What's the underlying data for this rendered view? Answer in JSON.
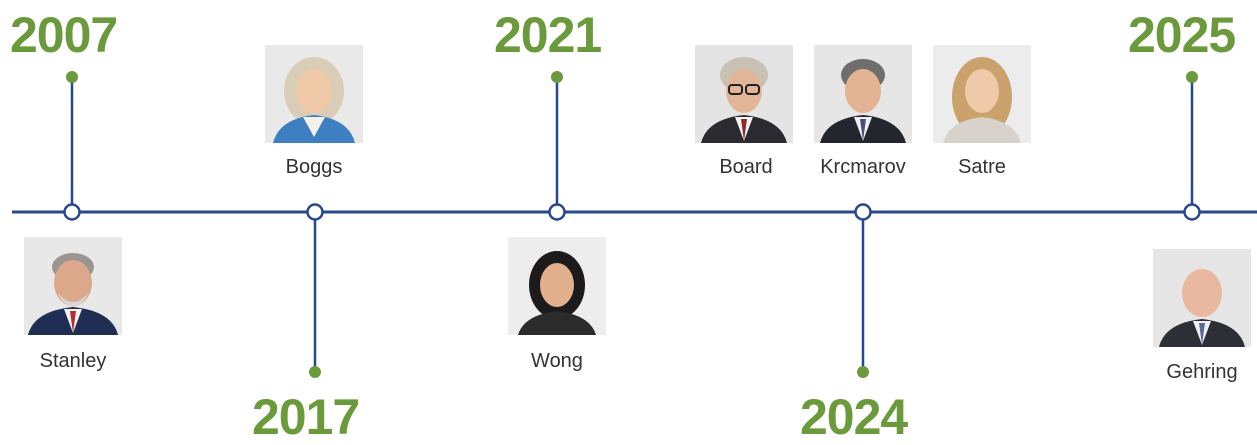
{
  "colors": {
    "line": "#27488c",
    "year": "#6b9a3c",
    "dot": "#6b9a3c",
    "node_fill": "#ffffff"
  },
  "years": {
    "y2007": "2007",
    "y2017": "2017",
    "y2021": "2021",
    "y2024": "2024",
    "y2025": "2025"
  },
  "people": {
    "stanley": "Stanley",
    "boggs": "Boggs",
    "wong": "Wong",
    "board": "Board",
    "krcmarov": "Krcmarov",
    "satre": "Satre",
    "gehring": "Gehring"
  }
}
